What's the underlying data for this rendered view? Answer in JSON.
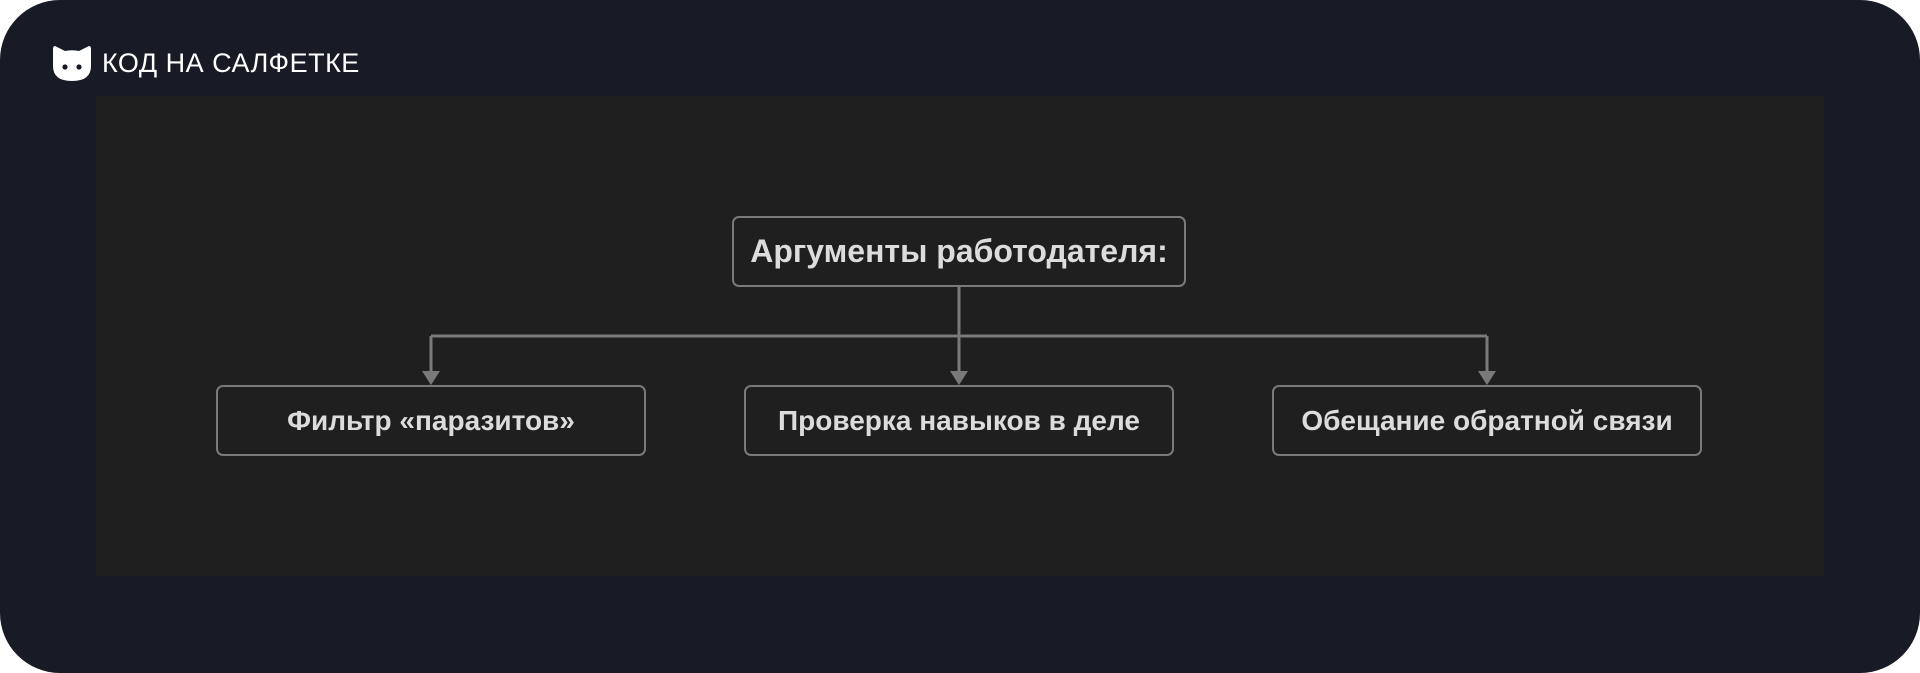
{
  "brand": {
    "logo_icon": "cat-face-icon",
    "name": "КОД НА САЛФЕТКЕ"
  },
  "colors": {
    "frame_background": "#181b25",
    "canvas_background": "#1f1f1f",
    "node_border": "#7a7a7a",
    "node_text": "#dcdcdc",
    "connector": "#7a7a7a",
    "brand_text": "#ffffff"
  },
  "diagram": {
    "root": {
      "label": "Аргументы работодателя:"
    },
    "children": [
      {
        "label": "Фильтр «паразитов»"
      },
      {
        "label": "Проверка навыков в деле"
      },
      {
        "label": "Обещание обратной связи"
      }
    ]
  }
}
